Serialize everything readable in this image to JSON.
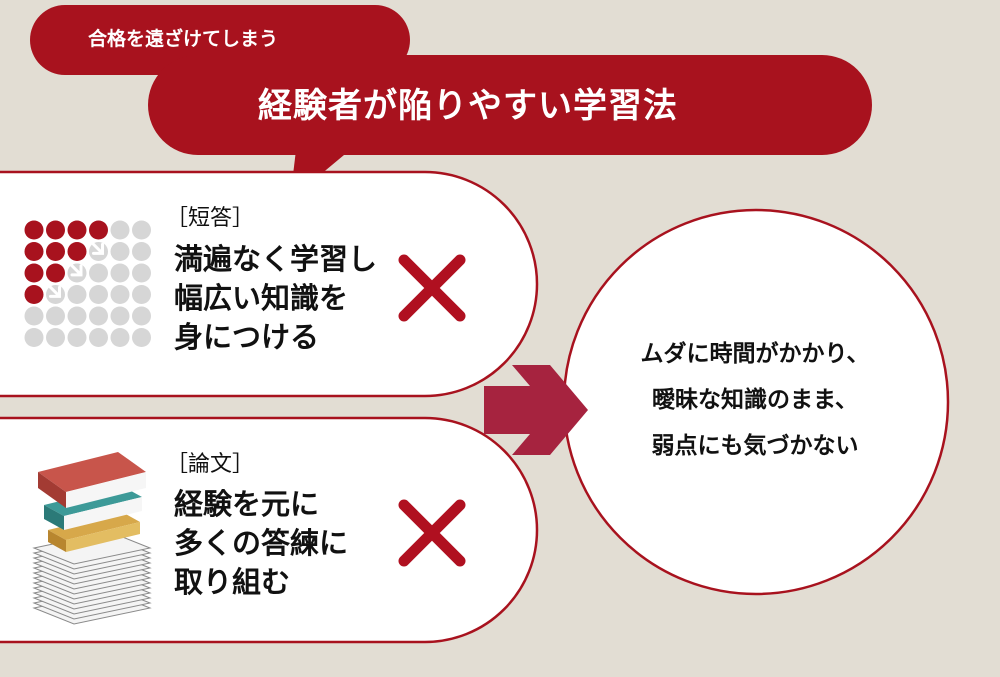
{
  "banner": {
    "subtitle": "合格を遠ざけてしまう",
    "title": "経験者が陥りやすい学習法"
  },
  "panels": [
    {
      "tag": "［短答］",
      "lines": [
        "満遍なく学習し",
        "幅広い知識を",
        "身につける"
      ],
      "icon": "dot-grid-icon",
      "mark": "cross-mark-icon"
    },
    {
      "tag": "［論文］",
      "lines": [
        "経験を元に",
        "多くの答練に",
        "取り組む"
      ],
      "icon": "book-stack-icon",
      "mark": "cross-mark-icon"
    }
  ],
  "result": {
    "lines": [
      "ムダに時間がかかり、",
      "曖昧な知識のまま、",
      "弱点にも気づかない"
    ]
  },
  "colors": {
    "accent": "#a8121e",
    "arrow": "#a6233f",
    "background": "#e2ddd3",
    "dot_grey": "#d6d6d6"
  }
}
